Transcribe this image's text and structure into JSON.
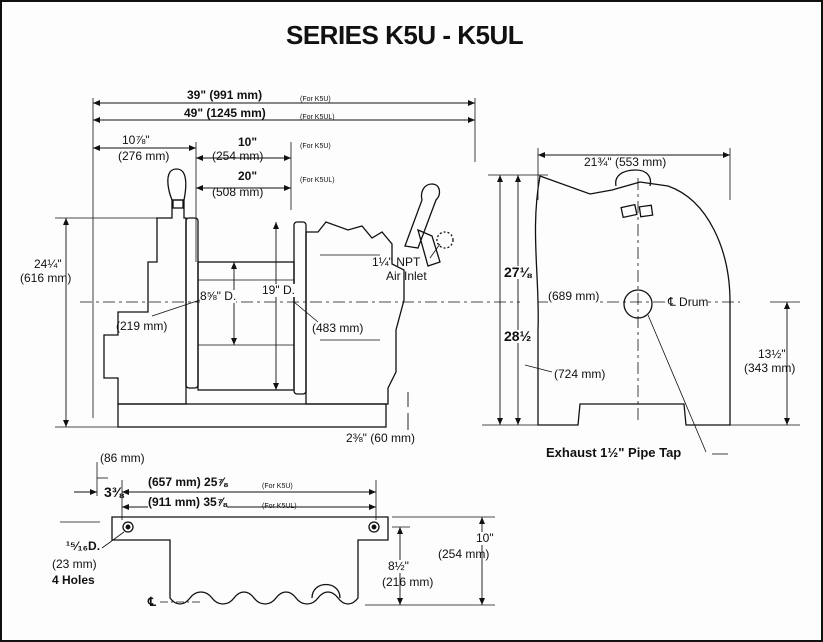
{
  "title": "SERIES K5U - K5UL",
  "side_view": {
    "overall_k5u": "39\" (991 mm)",
    "overall_k5ul": "49\" (1245 mm)",
    "for_k5u": "(For K5U)",
    "for_k5ul": "(For K5UL)",
    "left_inch": "10⅞\"",
    "left_mm": "(276 mm)",
    "drum_k5u_inch": "10\"",
    "drum_k5u_mm": "(254 mm)",
    "drum_k5ul_inch": "20\"",
    "drum_k5ul_mm": "(508 mm)",
    "height_inch": "24¼\"",
    "height_mm": "(616 mm)",
    "drum_dia": "8⅝\" D.",
    "drum_dia_mm": "(219 mm)",
    "flange_dia": "19\" D.",
    "flange_dia_mm": "(483 mm)",
    "air_inlet_1": "1¼\" NPT",
    "air_inlet_2": "Air Inlet",
    "base_height": "2⅜\" (60 mm)"
  },
  "end_view": {
    "width": "21¾\" (553 mm)",
    "h1_inch": "27⅛",
    "h1_mm": "(689 mm)",
    "h2_inch": "28½",
    "h2_mm": "(724 mm)",
    "drum_center_label": "℄ Drum",
    "center_h_inch": "13½\"",
    "center_h_mm": "(343 mm)",
    "exhaust": "Exhaust 1½\" Pipe Tap"
  },
  "base_plan": {
    "offset_mm": "(86 mm)",
    "offset_inch": "3⅜",
    "k5u_span": "(657 mm) 25⅞",
    "k5ul_span": "(911 mm) 35⅞",
    "for_k5u": "(For K5U)",
    "for_k5ul": "(For K5UL)",
    "hole_dia": "¹⁵⁄₁₆D.",
    "hole_mm": "(23 mm)",
    "holes": "4 Holes",
    "depth_inch": "10\"",
    "depth_mm": "(254 mm)",
    "hole_row_inch": "8½\"",
    "hole_row_mm": "(216 mm)",
    "centerline": "℄"
  }
}
